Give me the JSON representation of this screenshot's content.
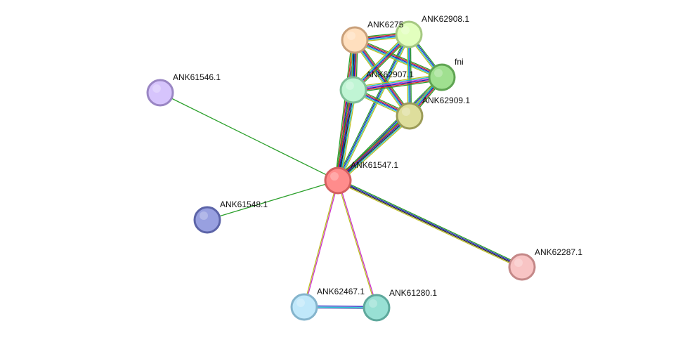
{
  "network": {
    "nodes": [
      {
        "id": "ANK61547.1",
        "label": "ANK61547.1",
        "fill": "#ff8c8c",
        "stroke": "#d45f5f",
        "query": true
      },
      {
        "id": "ANK62750",
        "label": "ANK6275",
        "fill": "#ffdfbe",
        "stroke": "#c9a07a"
      },
      {
        "id": "ANK62908.1",
        "label": "ANK62908.1",
        "fill": "#e2ffbe",
        "stroke": "#a6c982"
      },
      {
        "id": "fni",
        "label": "fni",
        "fill": "#a0e090",
        "stroke": "#5fa452"
      },
      {
        "id": "ANK62907.1",
        "label": "ANK62907.1",
        "fill": "#c0f5d4",
        "stroke": "#7fbf98"
      },
      {
        "id": "ANK62909.1",
        "label": "ANK62909.1",
        "fill": "#dede9c",
        "stroke": "#9c9c58"
      },
      {
        "id": "ANK61546.1",
        "label": "ANK61546.1",
        "fill": "#d6c4fc",
        "stroke": "#9a86c4"
      },
      {
        "id": "ANK61548.1",
        "label": "ANK61548.1",
        "fill": "#98a0e0",
        "stroke": "#5c64a8"
      },
      {
        "id": "ANK62287.1",
        "label": "ANK62287.1",
        "fill": "#f8c4c4",
        "stroke": "#c48888"
      },
      {
        "id": "ANK62467.1",
        "label": "ANK62467.1",
        "fill": "#c0e8fa",
        "stroke": "#84b4cc"
      },
      {
        "id": "ANK61280.1",
        "label": "ANK61280.1",
        "fill": "#98e0d4",
        "stroke": "#5ea89c"
      }
    ],
    "edges": [
      {
        "from": "ANK61547.1",
        "to": "ANK62750",
        "colors": [
          "#2ca02c",
          "#d62728",
          "#1f1fbf",
          "#222222",
          "#17becf",
          "#bcbd22"
        ]
      },
      {
        "from": "ANK61547.1",
        "to": "ANK62908.1",
        "colors": [
          "#2ca02c",
          "#1f1fbf",
          "#17becf",
          "#bcbd22"
        ]
      },
      {
        "from": "ANK61547.1",
        "to": "fni",
        "colors": [
          "#2ca02c",
          "#1f1fbf",
          "#17becf",
          "#bcbd22"
        ]
      },
      {
        "from": "ANK61547.1",
        "to": "ANK62907.1",
        "colors": [
          "#2ca02c",
          "#d62728",
          "#1f1fbf",
          "#222222",
          "#17becf",
          "#bcbd22"
        ]
      },
      {
        "from": "ANK61547.1",
        "to": "ANK62909.1",
        "colors": [
          "#2ca02c",
          "#d62728",
          "#1f1fbf",
          "#222222",
          "#17becf",
          "#bcbd22"
        ]
      },
      {
        "from": "ANK61547.1",
        "to": "ANK61546.1",
        "colors": [
          "#2ca02c"
        ]
      },
      {
        "from": "ANK61547.1",
        "to": "ANK61548.1",
        "colors": [
          "#2ca02c"
        ]
      },
      {
        "from": "ANK61547.1",
        "to": "ANK62287.1",
        "colors": [
          "#2ca02c",
          "#1f1fbf",
          "#222222",
          "#bcbd22"
        ]
      },
      {
        "from": "ANK61547.1",
        "to": "ANK62467.1",
        "colors": [
          "#cc33cc",
          "#bcbd22"
        ]
      },
      {
        "from": "ANK61547.1",
        "to": "ANK61280.1",
        "colors": [
          "#cc33cc",
          "#bcbd22"
        ]
      },
      {
        "from": "ANK62467.1",
        "to": "ANK61280.1",
        "colors": [
          "#1f1fbf",
          "#17becf",
          "#7f7fbf"
        ]
      },
      {
        "from": "ANK62750",
        "to": "ANK62908.1",
        "colors": [
          "#2ca02c",
          "#d62728",
          "#1f1fbf",
          "#17becf",
          "#bcbd22"
        ]
      },
      {
        "from": "ANK62750",
        "to": "fni",
        "colors": [
          "#2ca02c",
          "#d62728",
          "#1f1fbf",
          "#17becf",
          "#bcbd22"
        ]
      },
      {
        "from": "ANK62750",
        "to": "ANK62907.1",
        "colors": [
          "#2ca02c",
          "#d62728",
          "#1f1fbf",
          "#222222",
          "#17becf",
          "#bcbd22"
        ]
      },
      {
        "from": "ANK62750",
        "to": "ANK62909.1",
        "colors": [
          "#2ca02c",
          "#d62728",
          "#1f1fbf",
          "#17becf",
          "#bcbd22"
        ]
      },
      {
        "from": "ANK62908.1",
        "to": "fni",
        "colors": [
          "#2ca02c",
          "#1f1fbf",
          "#17becf",
          "#bcbd22"
        ]
      },
      {
        "from": "ANK62908.1",
        "to": "ANK62907.1",
        "colors": [
          "#2ca02c",
          "#d62728",
          "#1f1fbf",
          "#17becf",
          "#bcbd22"
        ]
      },
      {
        "from": "ANK62908.1",
        "to": "ANK62909.1",
        "colors": [
          "#2ca02c",
          "#1f1fbf",
          "#17becf",
          "#bcbd22"
        ]
      },
      {
        "from": "fni",
        "to": "ANK62907.1",
        "colors": [
          "#2ca02c",
          "#d62728",
          "#1f1fbf",
          "#cc33cc",
          "#17becf",
          "#bcbd22"
        ]
      },
      {
        "from": "fni",
        "to": "ANK62909.1",
        "colors": [
          "#2ca02c",
          "#d62728",
          "#1f1fbf",
          "#17becf",
          "#bcbd22"
        ]
      },
      {
        "from": "ANK62907.1",
        "to": "ANK62909.1",
        "colors": [
          "#2ca02c",
          "#d62728",
          "#1f1fbf",
          "#17becf",
          "#bcbd22"
        ]
      }
    ]
  }
}
